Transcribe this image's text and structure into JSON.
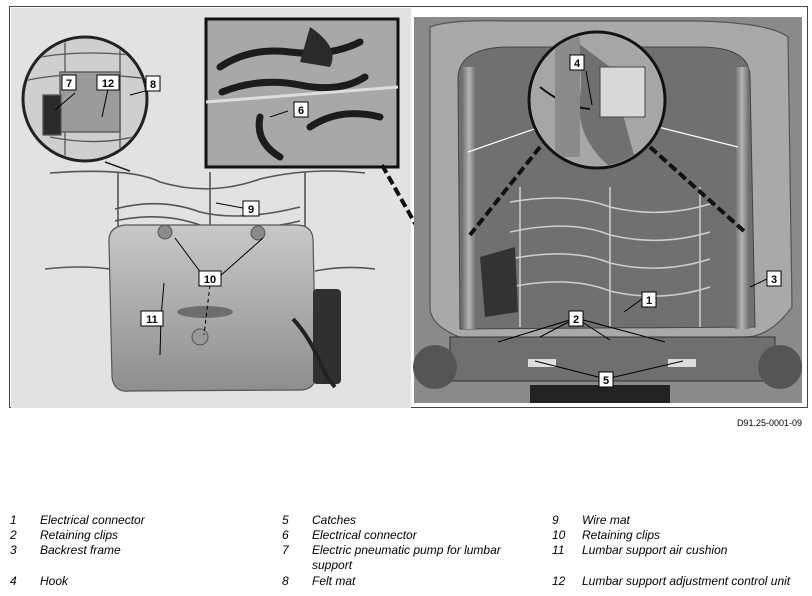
{
  "figure_id": "D91.25-0001-09",
  "callouts": [
    "1",
    "2",
    "3",
    "4",
    "5",
    "6",
    "7",
    "8",
    "9",
    "10",
    "11",
    "12"
  ],
  "legend": [
    {
      "num": "1",
      "text": "Electrical connector"
    },
    {
      "num": "2",
      "text": "Retaining clips"
    },
    {
      "num": "3",
      "text": "Backrest frame"
    },
    {
      "num": "4",
      "text": "Hook"
    },
    {
      "num": "5",
      "text": "Catches"
    },
    {
      "num": "6",
      "text": "Electrical connector"
    },
    {
      "num": "7",
      "text": "Electric pneumatic pump for lumbar support"
    },
    {
      "num": "8",
      "text": "Felt mat"
    },
    {
      "num": "9",
      "text": "Wire mat"
    },
    {
      "num": "10",
      "text": "Retaining clips"
    },
    {
      "num": "11",
      "text": "Lumbar support air cushion"
    },
    {
      "num": "12",
      "text": "Lumbar support adjustment control unit"
    }
  ]
}
